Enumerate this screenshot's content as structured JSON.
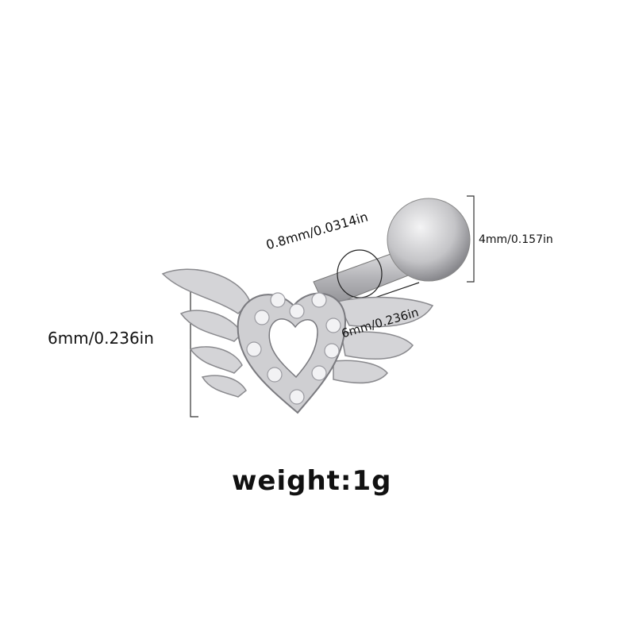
{
  "product": {
    "height_label": "6mm/0.236in",
    "ball_label": "4mm/0.157in",
    "wire_label": "0.8mm/0.0314in",
    "bar_label": "6mm/0.236in",
    "weight_label": "weight:1g"
  },
  "colors": {
    "metal": "#c9c9cb",
    "metal_dark": "#8a8a8e",
    "stone": "#f2f2f4"
  }
}
